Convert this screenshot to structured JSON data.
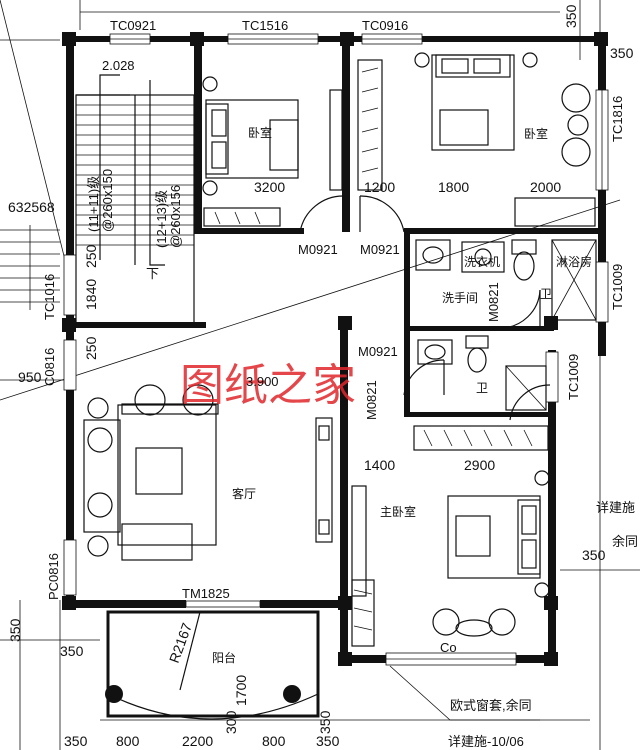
{
  "watermark": "图纸之家",
  "windows": {
    "tc0921": "TC0921",
    "tc1516": "TC1516",
    "tc0916": "TC0916",
    "tc1816": "TC1816",
    "tc1016": "TC1016",
    "tc1009a": "TC1009",
    "tc1009b": "TC1009",
    "c0816": "C0816",
    "pc0816": "PC0816",
    "tm1825": "TM1825"
  },
  "doors": {
    "m0921a": "M0921",
    "m0921b": "M0921",
    "m0921c": "M0921",
    "m0821a": "M0821",
    "m0821b": "M0821"
  },
  "rooms": {
    "bedroom_left": "卧室",
    "bedroom_right": "卧室",
    "laundry": "洗衣机",
    "shower": "淋浴房",
    "washroom": "洗手间",
    "bath_a": "卫",
    "bath_b": "卫",
    "living": "客厅",
    "master": "主卧室",
    "balcony": "阳台"
  },
  "stairs": {
    "flight_a": "(11+11)级",
    "tread_a": "@260x150",
    "flight_b": "(12+13)级",
    "tread_b": "@260x156",
    "down": "下"
  },
  "levels": {
    "stair_top": "2.028",
    "floor": "3.900"
  },
  "dimensions": {
    "d3200": "3200",
    "d1200": "1200",
    "d1800": "1800",
    "d2000": "2000",
    "d1400": "1400",
    "d2900": "2900",
    "d632568": "632568",
    "d1840": "1840",
    "d250a": "250",
    "d250b": "250",
    "d950": "950",
    "d350_right_a": "350",
    "d350_right_b": "350",
    "d350_top": "350",
    "d350_left_a": "350",
    "d350_left_b": "350",
    "d1700": "1700",
    "r2167": "R2167",
    "d300": "300",
    "d350_bal": "350",
    "b350": "350",
    "b800a": "800",
    "b2200": "2200",
    "b800b": "800",
    "b350b": "350"
  },
  "notes": {
    "detail_a": "详建施",
    "detail_b": "余同",
    "euro_window": "欧式窗套,余同",
    "detail_ref": "详建施-10/06",
    "co": "Co"
  }
}
